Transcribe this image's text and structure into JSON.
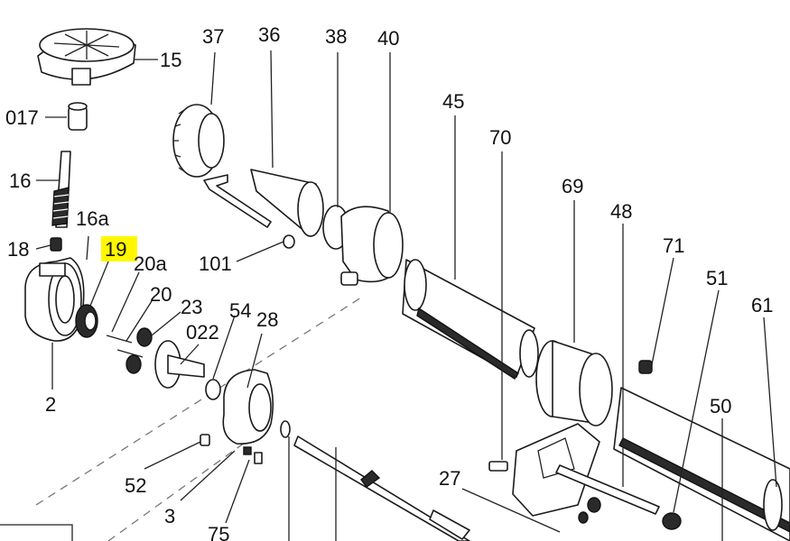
{
  "colors": {
    "background": "#ffffff",
    "ink": "#111111",
    "highlight": "#fff700"
  },
  "labels": {
    "p15": "15",
    "p017": "017",
    "p16": "16",
    "p16a": "16a",
    "p18": "18",
    "p19": "19",
    "p20a": "20a",
    "p20": "20",
    "p23": "23",
    "p022": "022",
    "p54": "54",
    "p28": "28",
    "p2": "2",
    "p52": "52",
    "p3": "3",
    "p75": "75",
    "p37": "37",
    "p36": "36",
    "p38": "38",
    "p40": "40",
    "p45": "45",
    "p70": "70",
    "p69": "69",
    "p48": "48",
    "p71": "71",
    "p51": "51",
    "p61": "61",
    "p50": "50",
    "p27": "27",
    "p101": "101"
  },
  "highlighted_part": "19"
}
